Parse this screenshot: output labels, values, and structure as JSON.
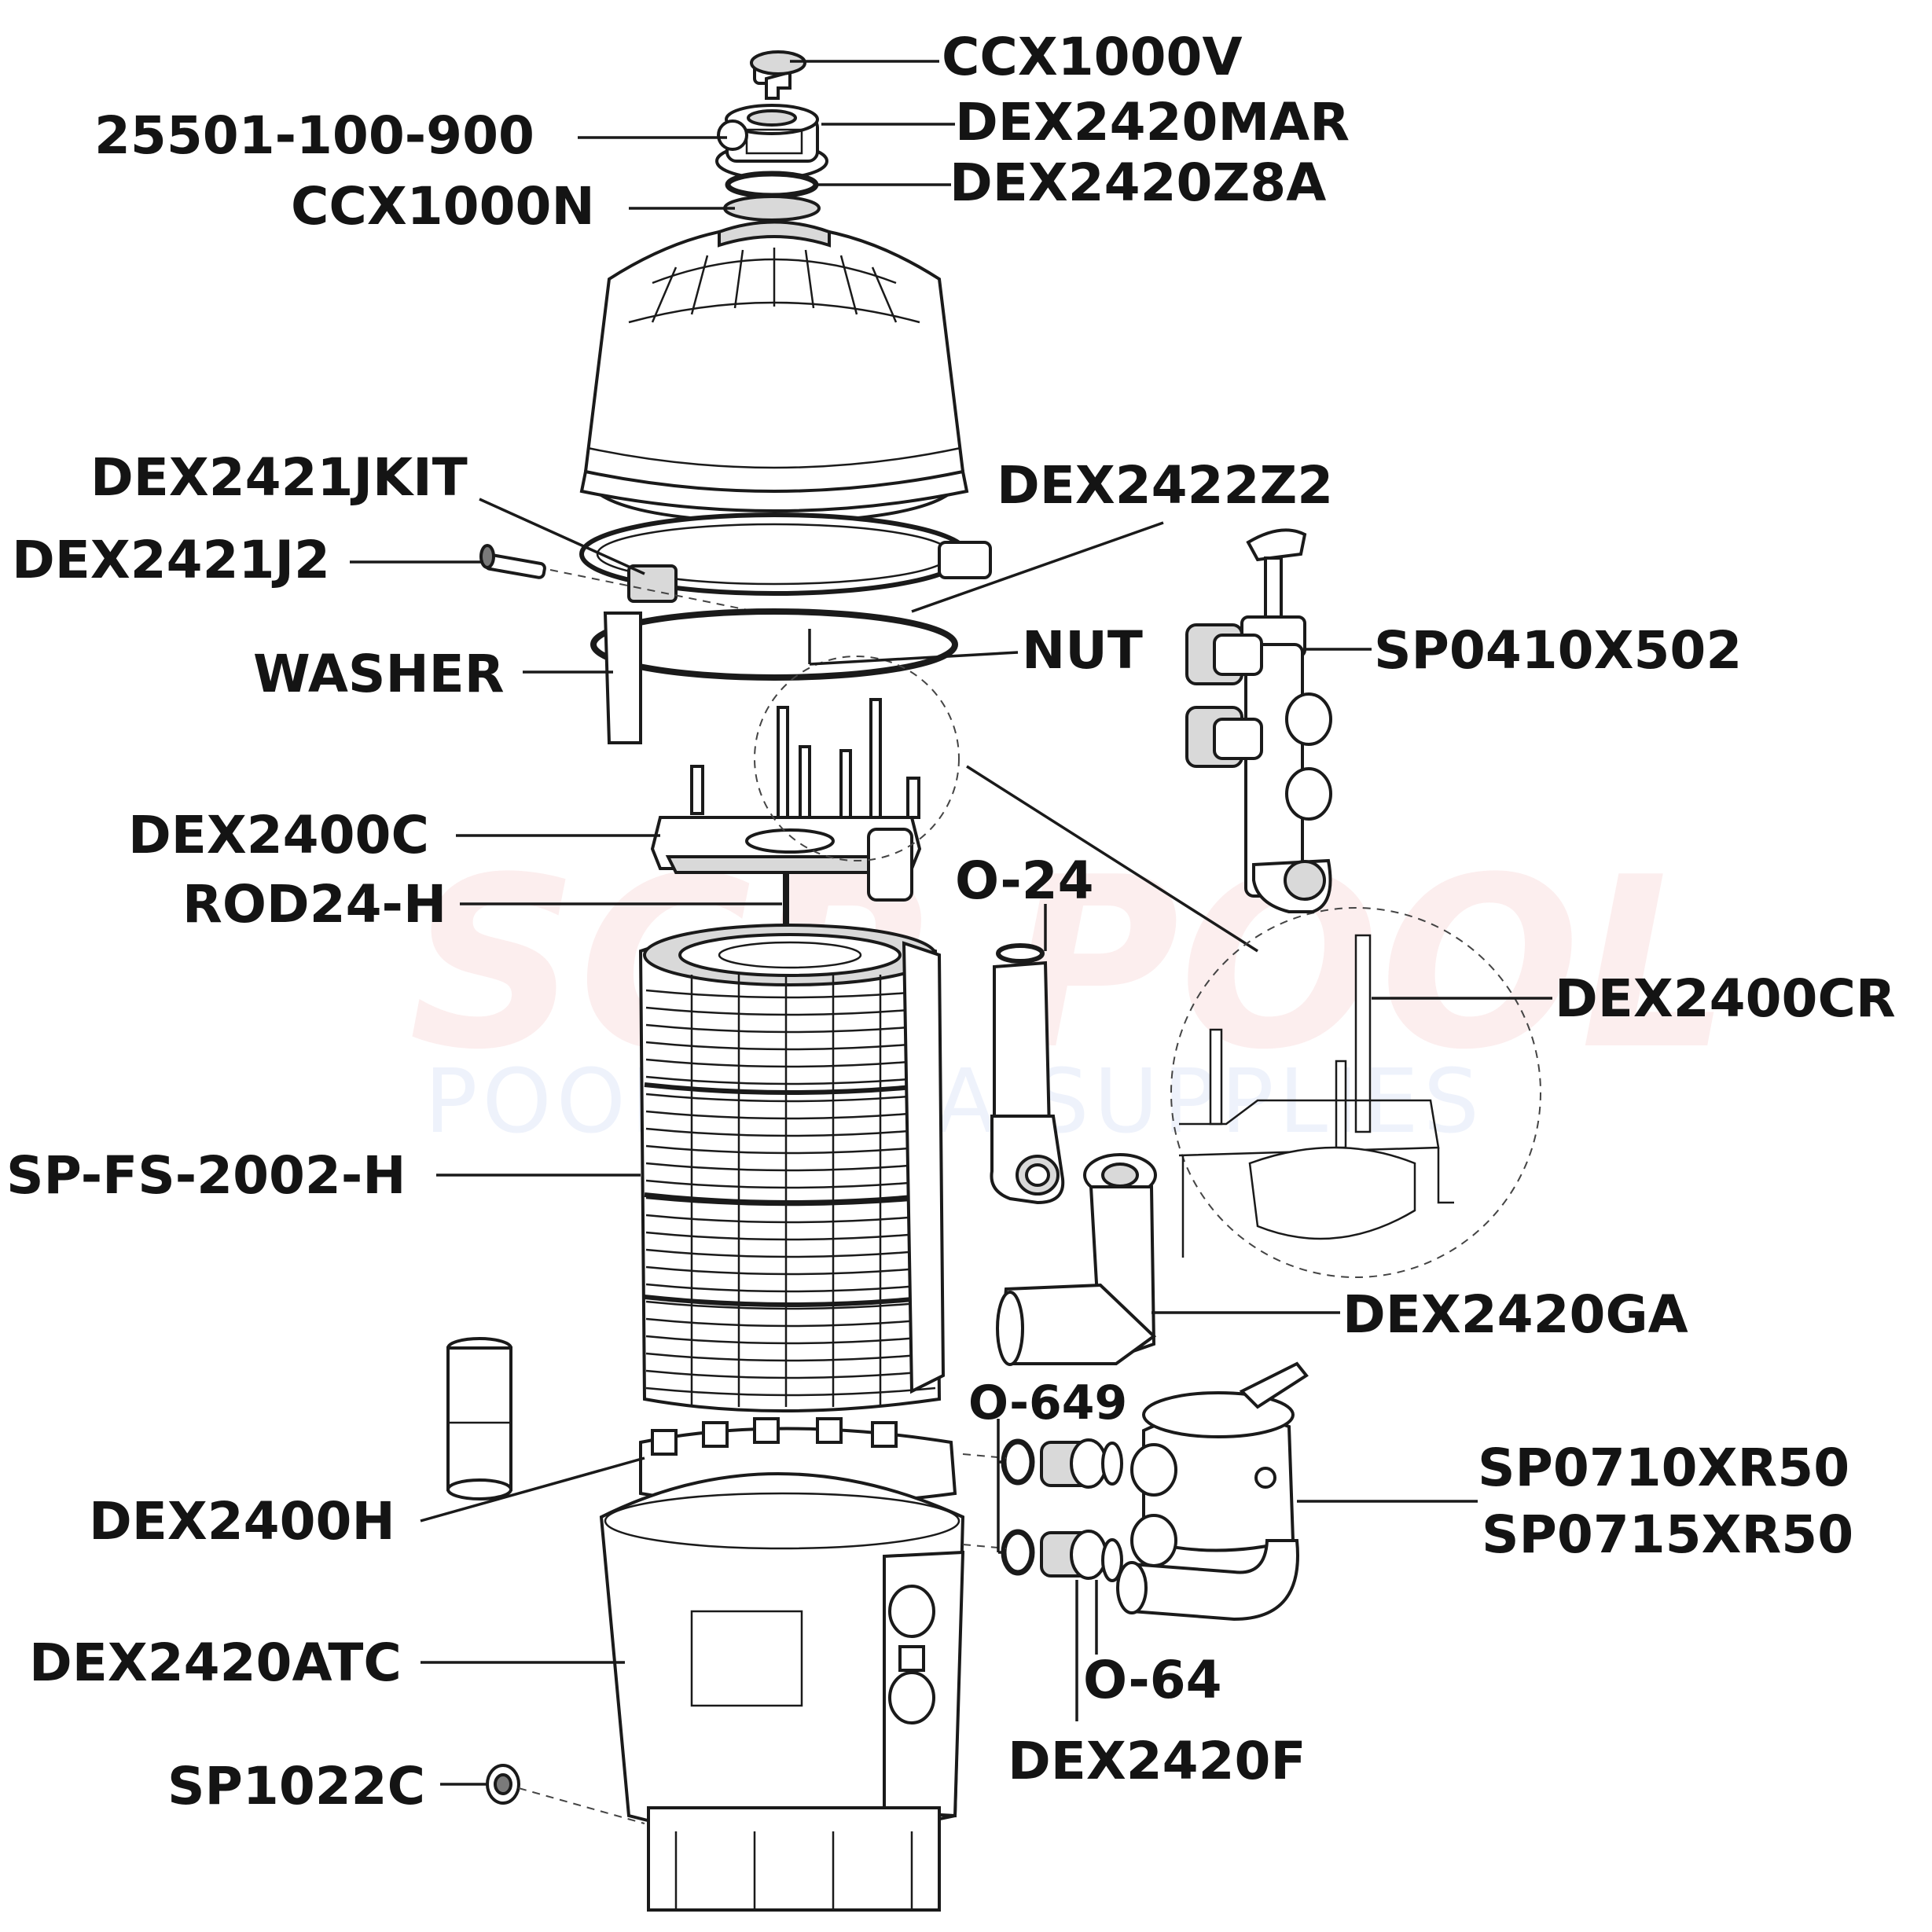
{
  "title": "Filter exploded parts diagram",
  "watermark": {
    "brand": "SCP POOL",
    "tagline": "POOL & SPA SUPPLIES"
  },
  "labels": {
    "ccx1000v": "CCX1000V",
    "p25501": "25501-100-900",
    "dex2420mar": "DEX2420MAR",
    "dex2420z8a": "DEX2420Z8A",
    "ccx1000n": "CCX1000N",
    "dex2421jkit": "DEX2421JKIT",
    "dex2422z2": "DEX2422Z2",
    "dex2421j2": "DEX2421J2",
    "washer": "WASHER",
    "nut": "NUT",
    "sp0410x502": "SP0410X502",
    "dex2400c": "DEX2400C",
    "rod24h": "ROD24-H",
    "o24": "O-24",
    "dex2400cr": "DEX2400CR",
    "spfs2002h": "SP-FS-2002-H",
    "dex2420ga": "DEX2420GA",
    "o649": "O-649",
    "sp0710xr50": "SP0710XR50",
    "sp0715xr50": "SP0715XR50",
    "dex2400h": "DEX2400H",
    "dex2420atc": "DEX2420ATC",
    "o64": "O-64",
    "dex2420f": "DEX2420F",
    "sp1022c": "SP1022C"
  }
}
